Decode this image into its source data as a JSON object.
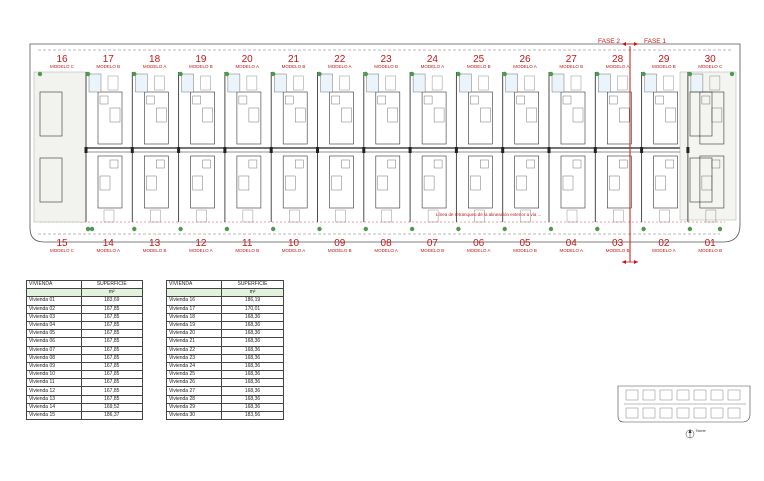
{
  "phases": {
    "left": "FASE 2",
    "right": "FASE 1"
  },
  "boundary_note": "Línea de retranqueo de la alineación exterior a vía ...",
  "top_units": [
    {
      "num": "16",
      "model": "MODELO C"
    },
    {
      "num": "17",
      "model": "MODELO B"
    },
    {
      "num": "18",
      "model": "MODELO A"
    },
    {
      "num": "19",
      "model": "MODELO B"
    },
    {
      "num": "20",
      "model": "MODELO A"
    },
    {
      "num": "21",
      "model": "MODELO B"
    },
    {
      "num": "22",
      "model": "MODELO A"
    },
    {
      "num": "23",
      "model": "MODELO B"
    },
    {
      "num": "24",
      "model": "MODELO A"
    },
    {
      "num": "25",
      "model": "MODELO B"
    },
    {
      "num": "26",
      "model": "MODELO A"
    },
    {
      "num": "27",
      "model": "MODELO B"
    },
    {
      "num": "28",
      "model": "MODELO A"
    },
    {
      "num": "29",
      "model": "MODELO B"
    },
    {
      "num": "30",
      "model": "MODELO C"
    }
  ],
  "bottom_units": [
    {
      "num": "15",
      "model": "MODELO C"
    },
    {
      "num": "14",
      "model": "MODELO A"
    },
    {
      "num": "13",
      "model": "MODELO B"
    },
    {
      "num": "12",
      "model": "MODELO A"
    },
    {
      "num": "11",
      "model": "MODELO B"
    },
    {
      "num": "10",
      "model": "MODELO A"
    },
    {
      "num": "09",
      "model": "MODELO B"
    },
    {
      "num": "08",
      "model": "MODELO A"
    },
    {
      "num": "07",
      "model": "MODELO B"
    },
    {
      "num": "06",
      "model": "MODELO A"
    },
    {
      "num": "05",
      "model": "MODELO B"
    },
    {
      "num": "04",
      "model": "MODELO A"
    },
    {
      "num": "03",
      "model": "MODELO B"
    },
    {
      "num": "02",
      "model": "MODELO A"
    },
    {
      "num": "01",
      "model": "MODELO B"
    }
  ],
  "table_left": {
    "col1": "VIVIENDA",
    "col2": "SUPERFICIE",
    "unit": "m²",
    "rows": [
      {
        "name": "Vivienda 01",
        "area": "183,69"
      },
      {
        "name": "Vivienda 02",
        "area": "167,85"
      },
      {
        "name": "Vivienda 03",
        "area": "167,85"
      },
      {
        "name": "Vivienda 04",
        "area": "167,85"
      },
      {
        "name": "Vivienda 05",
        "area": "167,85"
      },
      {
        "name": "Vivienda 06",
        "area": "167,85"
      },
      {
        "name": "Vivienda 07",
        "area": "167,85"
      },
      {
        "name": "Vivienda 08",
        "area": "167,85"
      },
      {
        "name": "Vivienda 09",
        "area": "167,85"
      },
      {
        "name": "Vivienda 10",
        "area": "167,85"
      },
      {
        "name": "Vivienda 11",
        "area": "167,85"
      },
      {
        "name": "Vivienda 12",
        "area": "167,85"
      },
      {
        "name": "Vivienda 13",
        "area": "167,85"
      },
      {
        "name": "Vivienda 14",
        "area": "169,52"
      },
      {
        "name": "Vivienda 15",
        "area": "186,37"
      }
    ]
  },
  "table_right": {
    "col1": "VIVIENDA",
    "col2": "SUPERFICIE",
    "unit": "m²",
    "rows": [
      {
        "name": "Vivienda 16",
        "area": "186,19"
      },
      {
        "name": "Vivienda 17",
        "area": "170,01"
      },
      {
        "name": "Vivienda 18",
        "area": "168,36"
      },
      {
        "name": "Vivienda 19",
        "area": "168,36"
      },
      {
        "name": "Vivienda 20",
        "area": "168,36"
      },
      {
        "name": "Vivienda 21",
        "area": "168,36"
      },
      {
        "name": "Vivienda 22",
        "area": "168,36"
      },
      {
        "name": "Vivienda 23",
        "area": "168,36"
      },
      {
        "name": "Vivienda 24",
        "area": "168,36"
      },
      {
        "name": "Vivienda 25",
        "area": "168,36"
      },
      {
        "name": "Vivienda 26",
        "area": "168,36"
      },
      {
        "name": "Vivienda 27",
        "area": "168,36"
      },
      {
        "name": "Vivienda 28",
        "area": "168,36"
      },
      {
        "name": "Vivienda 29",
        "area": "168,36"
      },
      {
        "name": "Vivienda 30",
        "area": "183,56"
      }
    ]
  },
  "north_label": "Norte",
  "colors": {
    "label_red": "#c01818",
    "line_dark": "#3a3a3a",
    "green": "#4c9a4c",
    "table_header_green": "#e3f2dc"
  }
}
